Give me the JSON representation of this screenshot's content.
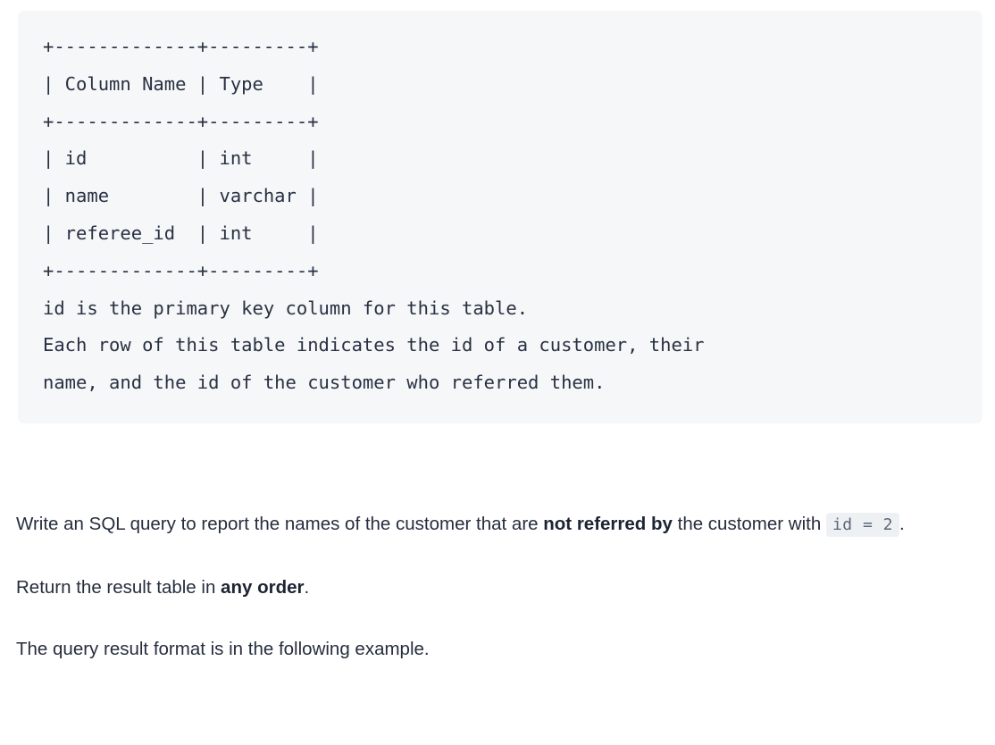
{
  "code_block": {
    "lines": [
      "+-------------+---------+",
      "| Column Name | Type    |",
      "+-------------+---------+",
      "| id          | int     |",
      "| name        | varchar |",
      "| referee_id  | int     |",
      "+-------------+---------+",
      "id is the primary key column for this table.",
      "Each row of this table indicates the id of a customer, their",
      "name, and the id of the customer who referred them."
    ],
    "schema_table": {
      "headers": [
        "Column Name",
        "Type"
      ],
      "rows": [
        [
          "id",
          "int"
        ],
        [
          "name",
          "varchar"
        ],
        [
          "referee_id",
          "int"
        ]
      ]
    },
    "notes": [
      "id is the primary key column for this table.",
      "Each row of this table indicates the id of a customer, their name, and the id of the customer who referred them."
    ],
    "background_color": "#f6f7f9",
    "text_color": "#283142"
  },
  "prose": {
    "paragraph1": {
      "part1": "Write an SQL query to report the names of the customer that are ",
      "bold1": "not referred by",
      "part2": " the customer with ",
      "code": "id = 2",
      "part3": "."
    },
    "paragraph2": {
      "part1": "Return the result table in ",
      "bold1": "any order",
      "part2": "."
    },
    "paragraph3": {
      "part1": "The query result format is in the following example."
    }
  },
  "colors": {
    "body_text": "#262d3d",
    "inline_code_bg": "#eef1f4",
    "inline_code_text": "#5a6876",
    "page_bg": "#ffffff"
  }
}
